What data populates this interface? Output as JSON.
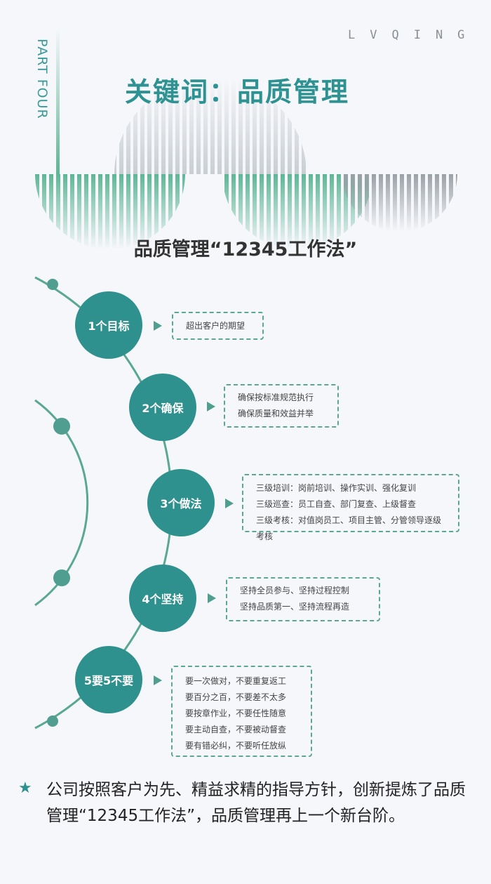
{
  "brand": "LVQING",
  "part": "PART FOUR",
  "title": "关键词：品质管理",
  "subtitle": "品质管理“12345工作法”",
  "steps": [
    {
      "label": "1个目标",
      "lines": [
        "超出客户的期望"
      ]
    },
    {
      "label": "2个确保",
      "lines": [
        "确保按标准规范执行",
        "确保质量和效益并举"
      ]
    },
    {
      "label": "3个做法",
      "lines": [
        "三级培训：岗前培训、操作实训、强化复训",
        "三级巡查：员工自查、部门复查、上级督查",
        "三级考核：对值岗员工、项目主管、分管领导逐级考核"
      ]
    },
    {
      "label": "4个坚持",
      "lines": [
        "坚持全员参与、坚持过程控制",
        "坚持品质第一、坚持流程再造"
      ]
    },
    {
      "label": "5要5不要",
      "lines": [
        "要一次做对，不要重复返工",
        "要百分之百，不要差不太多",
        "要按章作业，不要任性随意",
        "要主动自查，不要被动督查",
        "要有错必纠，不要听任放纵"
      ]
    }
  ],
  "footer": "公司按照客户为先、精益求精的指导方针，创新提炼了品质管理“12345工作法”，品质管理再上一个新台阶。",
  "colors": {
    "accent": "#2e918e",
    "line": "#5aa892"
  }
}
